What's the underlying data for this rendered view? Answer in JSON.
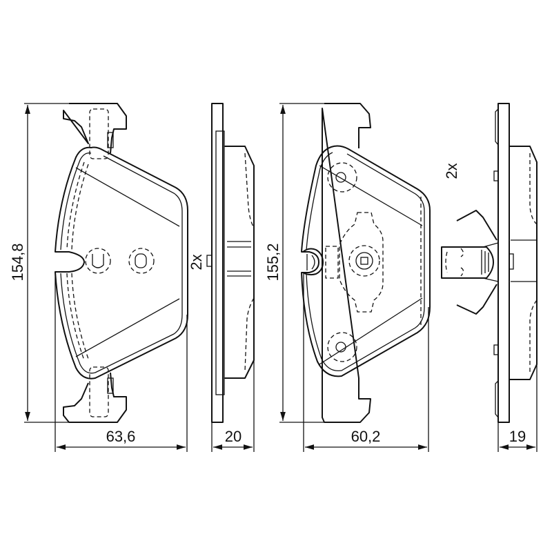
{
  "drawing": {
    "left_pad": {
      "height_dimension": "154,8",
      "width_dimension": "63,6",
      "side_thickness_dimension": "20",
      "quantity_label": "2x"
    },
    "right_pad": {
      "height_dimension": "155,2",
      "width_dimension": "60,2",
      "side_thickness_dimension": "19",
      "quantity_label": "2x"
    },
    "line_color": "#111111"
  }
}
